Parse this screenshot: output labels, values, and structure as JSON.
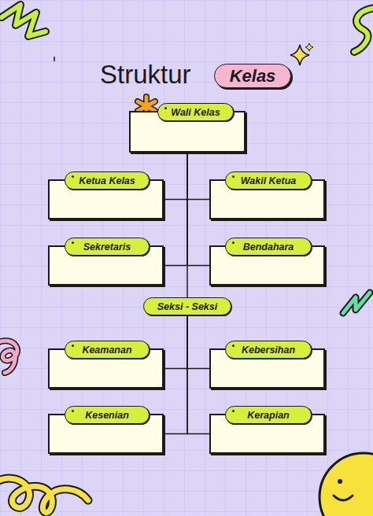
{
  "diagram": {
    "title": "Struktur",
    "nodes": [
      {
        "text": [
          "Wali Kelas"
        ]
      },
      {
        "text": [
          "Ketua Kelas"
        ]
      },
      {
        "text": [
          "Wakil Ketua"
        ]
      },
      {
        "text": [
          "Sekretaris"
        ]
      },
      {
        "text": [
          "Bendahara"
        ]
      },
      {
        "text": [
          "Seksi - Seksi"
        ]
      },
      {
        "text": [
          "Keamanan"
        ]
      },
      {
        "text": [
          "Kebersihan"
        ]
      },
      {
        "text": [
          "Kesenian"
        ]
      },
      {
        "text": [
          "Kerapian"
        ]
      }
    ],
    "edges": [
      {
        "from": 0,
        "to": 1,
        "arrow": "none"
      },
      {
        "from": 0,
        "to": 2,
        "arrow": "none"
      },
      {
        "from": 0,
        "to": 3,
        "arrow": "none"
      },
      {
        "from": 0,
        "to": 4,
        "arrow": "none"
      },
      {
        "from": 0,
        "to": 5,
        "arrow": "none"
      },
      {
        "from": 5,
        "to": 6,
        "arrow": "none"
      },
      {
        "from": 5,
        "to": 7,
        "arrow": "none"
      },
      {
        "from": 5,
        "to": 8,
        "arrow": "none"
      },
      {
        "from": 5,
        "to": 9,
        "arrow": "none"
      }
    ],
    "labels": [
      "Kelas"
    ]
  }
}
